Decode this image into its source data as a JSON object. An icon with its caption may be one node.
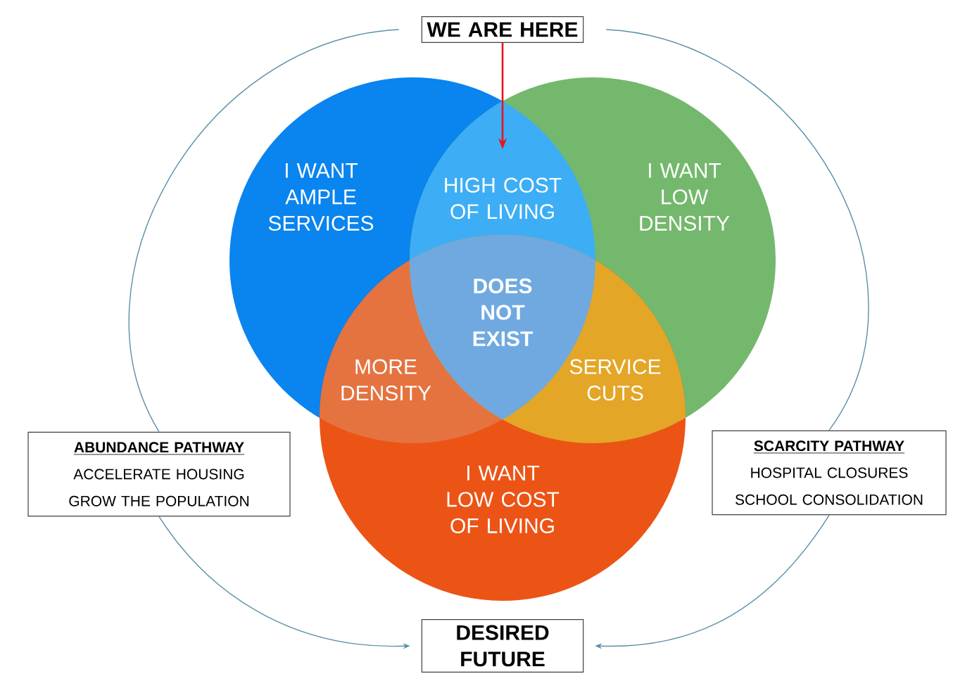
{
  "diagram": {
    "nodes": [
      {
        "text": [
          "WE ARE HERE"
        ]
      },
      {
        "text": [
          "I WANT AMPLE SERVICES"
        ]
      },
      {
        "text": [
          "HIGH COST OF LIVING"
        ]
      },
      {
        "text": [
          "I WANT LOW DENSITY"
        ]
      },
      {
        "text": [
          "DOES NOT EXIST"
        ]
      },
      {
        "text": [
          "MORE DENSITY"
        ]
      },
      {
        "text": [
          "SERVICE CUTS"
        ]
      },
      {
        "text": [
          "I WANT LOW COST OF LIVING"
        ]
      },
      {
        "text": [
          "ABUNDANCE PATHWAY",
          "ACCELERATE HOUSING",
          "GROW THE POPULATION"
        ]
      },
      {
        "text": [
          "SCARCITY PATHWAY",
          "HOSPITAL CLOSURES",
          "SCHOOL CONSOLIDATION"
        ]
      },
      {
        "text": [
          "DESIRED FUTURE"
        ]
      }
    ],
    "edges": [
      {
        "from": 0,
        "to": 2,
        "arrow": "to",
        "color": "#e8141b"
      },
      {
        "from": 0,
        "to": 8,
        "arrow": "none"
      },
      {
        "from": 8,
        "to": 10,
        "arrow": "to"
      },
      {
        "from": 0,
        "to": 9,
        "arrow": "none"
      },
      {
        "from": 9,
        "to": 10,
        "arrow": "to"
      }
    ]
  }
}
